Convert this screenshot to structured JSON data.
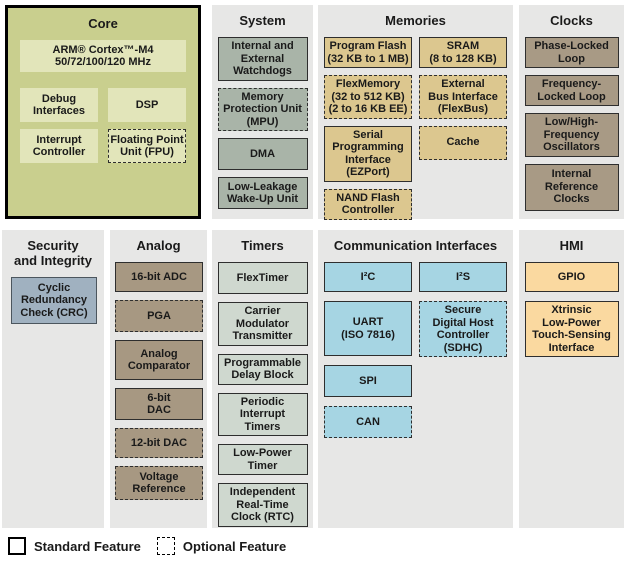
{
  "colors": {
    "section_bg": "#e7e7e6",
    "core_bg": "#c9cf8e",
    "core_block": "#e2e5ba",
    "system_block": "#a9b4a8",
    "memories_block": "#dcc78f",
    "clocks_block": "#a89a85",
    "security_block": "#a0b1c0",
    "analog_block": "#a79882",
    "timers_block": "#cfd8cf",
    "comm_block": "#a6d5e3",
    "hmi_block": "#fad9a0"
  },
  "sections": {
    "core": {
      "title": "Core",
      "blocks": [
        {
          "label": "ARM® Cortex™-M4\n50/72/100/120 MHz",
          "optional": false
        },
        {
          "label": "Debug\nInterfaces",
          "optional": false
        },
        {
          "label": "DSP",
          "optional": false
        },
        {
          "label": "Interrupt\nController",
          "optional": false
        },
        {
          "label": "Floating Point\nUnit (FPU)",
          "optional": true
        }
      ]
    },
    "system": {
      "title": "System",
      "blocks": [
        {
          "label": "Internal and\nExternal\nWatchdogs",
          "optional": false
        },
        {
          "label": "Memory\nProtection Unit\n(MPU)",
          "optional": true
        },
        {
          "label": "DMA",
          "optional": false
        },
        {
          "label": "Low-Leakage\nWake-Up Unit",
          "optional": false
        }
      ]
    },
    "memories": {
      "title": "Memories",
      "col_left": [
        {
          "label": "Program Flash\n(32 KB to 1 MB)",
          "optional": false
        },
        {
          "label": "FlexMemory\n(32 to 512 KB)\n(2 to 16 KB EE)",
          "optional": true
        },
        {
          "label": "Serial\nProgramming\nInterface\n(EZPort)",
          "optional": false
        },
        {
          "label": "NAND Flash\nController",
          "optional": true
        }
      ],
      "col_right": [
        {
          "label": "SRAM\n(8 to 128 KB)",
          "optional": false
        },
        {
          "label": "External\nBus Interface\n(FlexBus)",
          "optional": true
        },
        {
          "label": "Cache",
          "optional": true
        }
      ]
    },
    "clocks": {
      "title": "Clocks",
      "blocks": [
        {
          "label": "Phase-Locked\nLoop",
          "optional": false
        },
        {
          "label": "Frequency-\nLocked Loop",
          "optional": false
        },
        {
          "label": "Low/High-\nFrequency\nOscillators",
          "optional": false
        },
        {
          "label": "Internal\nReference\nClocks",
          "optional": false
        }
      ]
    },
    "security": {
      "title": "Security\nand Integrity",
      "blocks": [
        {
          "label": "Cyclic\nRedundancy\nCheck (CRC)",
          "optional": false
        }
      ]
    },
    "analog": {
      "title": "Analog",
      "blocks": [
        {
          "label": "16-bit ADC",
          "optional": false
        },
        {
          "label": "PGA",
          "optional": true
        },
        {
          "label": "Analog\nComparator",
          "optional": false
        },
        {
          "label": "6-bit\nDAC",
          "optional": false
        },
        {
          "label": "12-bit DAC",
          "optional": true
        },
        {
          "label": "Voltage\nReference",
          "optional": true
        }
      ]
    },
    "timers": {
      "title": "Timers",
      "blocks": [
        {
          "label": "FlexTimer",
          "optional": false
        },
        {
          "label": "Carrier\nModulator\nTransmitter",
          "optional": false
        },
        {
          "label": "Programmable\nDelay Block",
          "optional": false
        },
        {
          "label": "Periodic\nInterrupt\nTimers",
          "optional": false
        },
        {
          "label": "Low-Power\nTimer",
          "optional": false
        },
        {
          "label": "Independent\nReal-Time\nClock (RTC)",
          "optional": false
        }
      ]
    },
    "comm": {
      "title": "Communication Interfaces",
      "col_left": [
        {
          "label": "I²C",
          "optional": false
        },
        {
          "label": "UART\n(ISO 7816)",
          "optional": false
        },
        {
          "label": "SPI",
          "optional": false
        },
        {
          "label": "CAN",
          "optional": true
        }
      ],
      "col_right": [
        {
          "label": "I²S",
          "optional": false
        },
        {
          "label": "Secure\nDigital Host\nController\n(SDHC)",
          "optional": true
        }
      ]
    },
    "hmi": {
      "title": "HMI",
      "blocks": [
        {
          "label": "GPIO",
          "optional": false
        },
        {
          "label": "Xtrinsic\nLow-Power\nTouch-Sensing\nInterface",
          "optional": false
        }
      ]
    }
  },
  "legend": {
    "standard_label": "Standard Feature",
    "optional_label": "Optional Feature"
  }
}
